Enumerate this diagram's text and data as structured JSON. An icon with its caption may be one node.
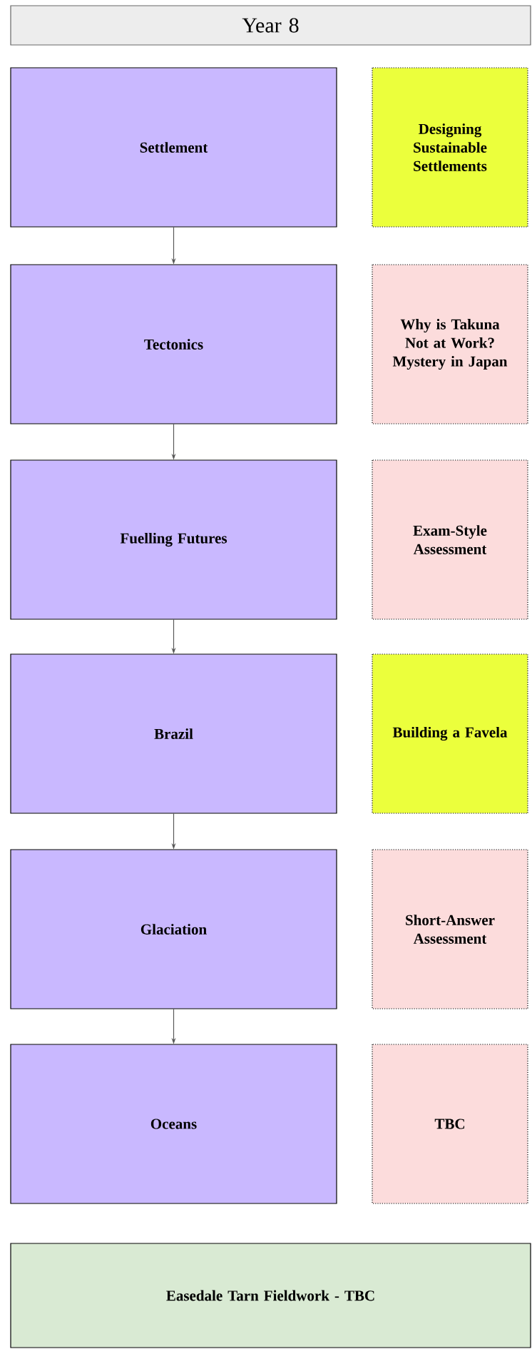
{
  "diagram": {
    "nodes": [
      {
        "text": [
          "Year 8"
        ]
      },
      {
        "text": [
          "Settlement"
        ]
      },
      {
        "text": [
          "Designing Sustainable Settlements"
        ]
      },
      {
        "text": [
          "Tectonics"
        ]
      },
      {
        "text": [
          "Why is Takuna Not at Work? Mystery in Japan"
        ]
      },
      {
        "text": [
          "Fuelling Futures"
        ]
      },
      {
        "text": [
          "Exam-Style Assessment"
        ]
      },
      {
        "text": [
          "Brazil"
        ]
      },
      {
        "text": [
          "Building a Favela"
        ]
      },
      {
        "text": [
          "Glaciation"
        ]
      },
      {
        "text": [
          "Short-Answer Assessment"
        ]
      },
      {
        "text": [
          "Oceans"
        ]
      },
      {
        "text": [
          "TBC"
        ]
      },
      {
        "text": [
          "Easedale Tarn Fieldwork - TBC"
        ]
      }
    ],
    "edges": [
      {
        "from": 1,
        "to": 3,
        "arrow": "to"
      },
      {
        "from": 3,
        "to": 5,
        "arrow": "to"
      },
      {
        "from": 5,
        "to": 7,
        "arrow": "to"
      },
      {
        "from": 7,
        "to": 9,
        "arrow": "to"
      },
      {
        "from": 9,
        "to": 11,
        "arrow": "to"
      }
    ]
  }
}
